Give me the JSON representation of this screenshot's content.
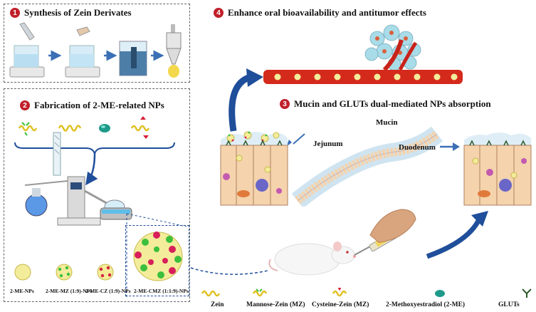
{
  "steps": [
    {
      "num": "1",
      "title": "Synthesis of Zein Derivates"
    },
    {
      "num": "2",
      "title": "Fabrication of 2-ME-related NPs"
    },
    {
      "num": "3",
      "title": "Mucin and GLUTs dual-mediated NPs absorption"
    },
    {
      "num": "4",
      "title": "Enhance oral bioavailability and antitumor effects"
    }
  ],
  "gut_labels": {
    "mucin": "Mucin",
    "jejunum": "Jejunum",
    "duodenum": "Duodenum"
  },
  "np_types": [
    {
      "label": "2-ME-NPs"
    },
    {
      "label": "2-ME-MZ (1:9)-NPs"
    },
    {
      "label": "2-ME-CZ (1:9)-NPs"
    },
    {
      "label": "2-ME-CMZ (1:1:9)-NPs"
    }
  ],
  "legend": [
    {
      "label": "Zein",
      "icon": "zein-coil-icon"
    },
    {
      "label": "Mannose-Zein (MZ)",
      "icon": "mannose-zein-icon"
    },
    {
      "label": "Cysteine-Zein (MZ)",
      "icon": "cysteine-zein-icon"
    },
    {
      "label": "2-Methoxyestradiol (2-ME)",
      "icon": "methoxyestradiol-icon"
    },
    {
      "label": "GLUTs",
      "icon": "glut-icon"
    }
  ],
  "colors": {
    "step_badge": "#c0202a",
    "arrow": "#1f4e9a",
    "vessel": "#d42a1c",
    "np_core": "#f3ec9a",
    "mannose": "#3cbf3c",
    "cysteine": "#d81f5a"
  }
}
